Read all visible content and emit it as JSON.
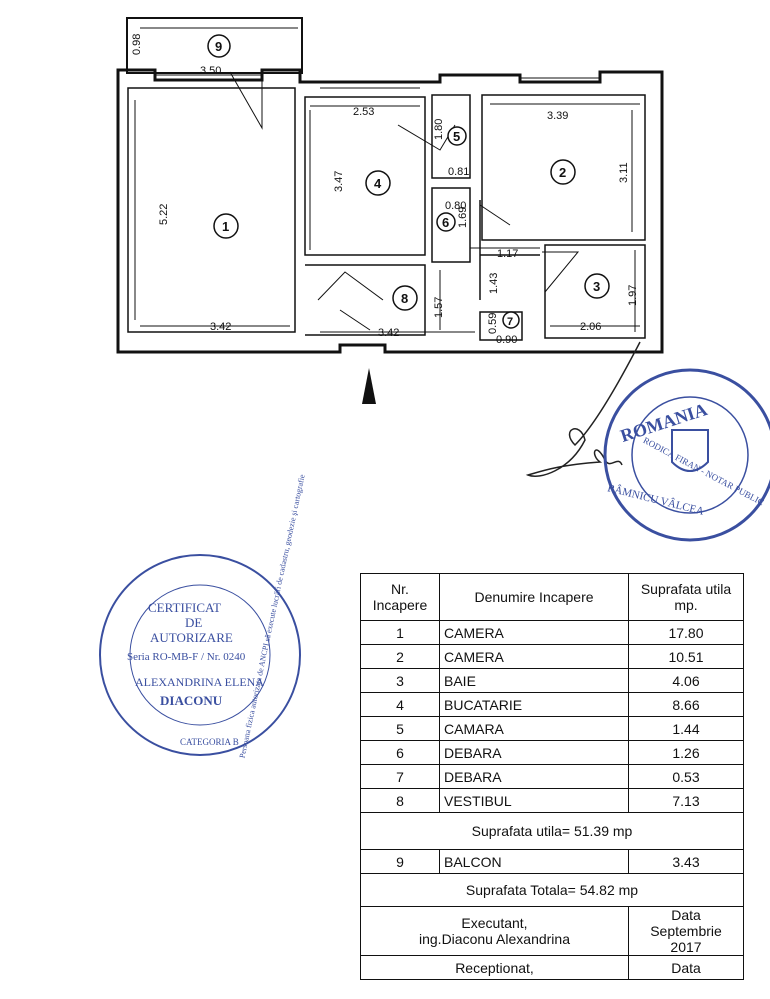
{
  "plan": {
    "dims": {
      "balcony_h": "0.98",
      "balcony_w": "3.50",
      "r1_h": "5.22",
      "r1_w": "3.42",
      "r4_w": "2.53",
      "r4_h": "3.47",
      "r5_h": "1.80",
      "r5_w": "0.81",
      "r2_w": "3.39",
      "r2_h": "3.11",
      "r6_w": "0.80",
      "r6_h": "1.69",
      "hall_a": "1.17",
      "hall_b": "1.43",
      "r3_h": "1.97",
      "r3_w": "2.06",
      "r8_h": "1.57",
      "r8_w": "3.42",
      "r7_h": "0.59",
      "r7_w": "0.90"
    },
    "labels": [
      "9",
      "1",
      "4",
      "5",
      "2",
      "6",
      "8",
      "3",
      "7"
    ]
  },
  "stamp_notary": {
    "country": "ROMANIA",
    "line1": "RODICA FIRAN - NOTAR PUBLIC",
    "line2": "RÂMNICU VÂLCEA"
  },
  "stamp_cert": {
    "ring": "Persoana fizica autorizata de ANCPI să execute lucrări de cadastru, geodezie şi cartografie",
    "line1": "CERTIFICAT",
    "line2": "DE",
    "line3": "AUTORIZARE",
    "line4": "Seria RO-MB-F / Nr. 0240",
    "line5": "ALEXANDRINA ELENA",
    "line6": "DIACONU",
    "line7": "CATEGORIA B"
  },
  "table": {
    "header": {
      "nr": "Nr. Incapere",
      "name": "Denumire Incapere",
      "area": "Suprafata utila mp."
    },
    "rows": [
      {
        "nr": "1",
        "name": "CAMERA",
        "area": "17.80"
      },
      {
        "nr": "2",
        "name": "CAMERA",
        "area": "10.51"
      },
      {
        "nr": "3",
        "name": "BAIE",
        "area": "4.06"
      },
      {
        "nr": "4",
        "name": "BUCATARIE",
        "area": "8.66"
      },
      {
        "nr": "5",
        "name": "CAMARA",
        "area": "1.44"
      },
      {
        "nr": "6",
        "name": "DEBARA",
        "area": "1.26"
      },
      {
        "nr": "7",
        "name": "DEBARA",
        "area": "0.53"
      },
      {
        "nr": "8",
        "name": "VESTIBUL",
        "area": "7.13"
      }
    ],
    "useful_total": "Suprafata utila= 51.39 mp",
    "balcony": {
      "nr": "9",
      "name": "BALCON",
      "area": "3.43"
    },
    "grand_total": "Suprafata Totala= 54.82 mp",
    "executant_label": "Executant,",
    "executant_name": "ing.Diaconu Alexandrina",
    "date_label": "Data",
    "date_value": "Septembrie 2017",
    "receptionat_label": "Receptionat,",
    "date_label2": "Data"
  }
}
